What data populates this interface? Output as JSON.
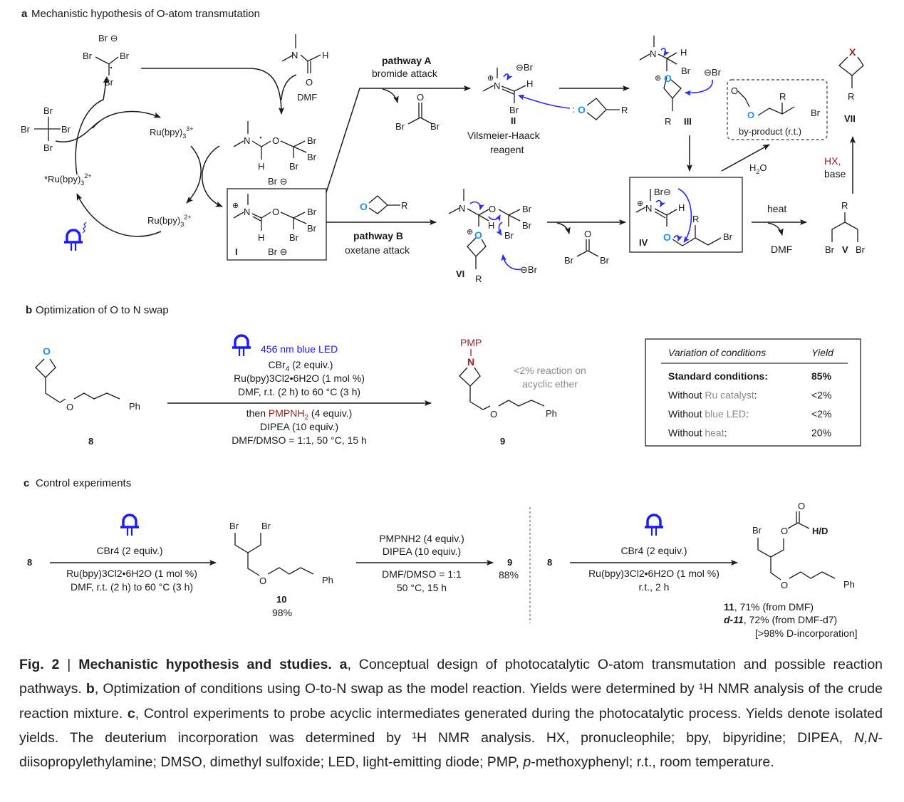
{
  "panel_a": {
    "label": "a",
    "title": "Mechanistic hypothesis of O-atom transmutation",
    "cbr3_radical": {
      "br_anion": "Br ⊖",
      "br1": "Br",
      "br2": "Br",
      "br3": "Br"
    },
    "cbr4": {
      "top": "Br",
      "left": "Br",
      "right": "Br",
      "bottom": "Br"
    },
    "ru3": "Ru(bpy)",
    "ru3_sub": "3",
    "ru3_sup": "3+",
    "ru2_excited": "*Ru(bpy)",
    "ru2_excited_sub": "3",
    "ru2_excited_sup": "2+",
    "ru2": "Ru(bpy)",
    "ru2_sub": "3",
    "ru2_sup": "2+",
    "dmf": {
      "label": "DMF",
      "N": "N",
      "H": "H",
      "O": "O"
    },
    "radical_adduct": {
      "N": "N",
      "O": "O",
      "H": "H",
      "br1": "Br",
      "br2": "Br",
      "br3": "Br",
      "br_anion": "Br ⊖"
    },
    "intermediate_I": {
      "label": "I",
      "N": "N",
      "O": "O",
      "H": "H",
      "br1": "Br",
      "br2": "Br",
      "br3": "Br",
      "br_anion": "Br ⊖",
      "plus": "⊕"
    },
    "pathway_a": {
      "title": "pathway A",
      "subtitle": "bromide attack"
    },
    "pathway_b": {
      "title": "pathway B",
      "subtitle": "oxetane attack"
    },
    "cobr2": {
      "O": "O",
      "br1": "Br",
      "br2": "Br"
    },
    "intermediate_II": {
      "label": "II",
      "name": "Vilsmeier-Haack",
      "name2": "reagent",
      "N": "N",
      "H": "H",
      "Br": "Br",
      "br_anion": "⊖Br",
      "plus": "⊕"
    },
    "oxetane_reagent": {
      "colon": ":",
      "O": "O",
      "R": "R"
    },
    "intermediate_III": {
      "label": "III",
      "N": "N",
      "H": "H",
      "Br": "Br",
      "br_anion": "⊖Br",
      "O": "O",
      "R": "R",
      "plus": "⊕"
    },
    "byproduct": {
      "label": "by-product (r.t.)",
      "O1": "O",
      "O2": "O",
      "R": "R",
      "Br": "Br"
    },
    "water": "H",
    "water_sub": "2",
    "water_O": "O",
    "intermediate_IV": {
      "label": "IV",
      "N": "N",
      "H": "H",
      "O": "O",
      "R": "R",
      "Br": "Br",
      "br_anion": "Br⊖",
      "plus": "⊕"
    },
    "heat": "heat",
    "dmf_out": "DMF",
    "product_V": {
      "label": "V",
      "R": "R",
      "br1": "Br",
      "br2": "Br"
    },
    "hx": "HX,",
    "base": "base",
    "product_VII": {
      "label": "VII",
      "X": "X",
      "R": "R"
    },
    "oxetane_b": {
      "O": "O",
      "R": "R"
    },
    "intermediate_VI": {
      "label": "VI",
      "N": "N",
      "O": "O",
      "H": "H",
      "br1": "Br",
      "br2": "Br",
      "br3": "Br",
      "oxO": "O",
      "R": "R",
      "br_anion": "⊖Br",
      "plus": "⊕"
    },
    "cobr2_b": {
      "O": "O",
      "br1": "Br",
      "br2": "Br"
    }
  },
  "panel_b": {
    "label": "b",
    "title": "Optimization of O to N swap",
    "sm": {
      "label": "8",
      "O": "O",
      "O2": "O",
      "Ph": "Ph"
    },
    "conditions_top": {
      "led": "456 nm blue LED",
      "line1": "CBr",
      "line1_sub": "4",
      "line1_rest": " (2 equiv.)",
      "line2": "Ru(bpy)3Cl2•6H2O (1 mol %)",
      "line3": "DMF, r.t. (2 h) to 60 °C (3 h)"
    },
    "conditions_bottom": {
      "then": "then ",
      "amine": "PMPNH",
      "amine_sub": "2",
      "amine_rest": " (4 equiv.)",
      "line2": "DIPEA (10 equiv.)",
      "line3": "DMF/DMSO = 1:1, 50 °C, 15 h"
    },
    "product": {
      "label": "9",
      "pmp": "PMP",
      "N": "N",
      "O": "O",
      "Ph": "Ph"
    },
    "note_line1": "<2% reaction on",
    "note_line2": "acyclic ether",
    "table": {
      "headers": [
        "Variation of conditions",
        "Yield"
      ],
      "rows": [
        {
          "prefix": "Standard conditions",
          "highlight": "",
          "suffix": ":",
          "yield": "85%",
          "bold": true
        },
        {
          "prefix": "Without ",
          "highlight": "Ru catalyst",
          "suffix": ":",
          "yield": "<2%",
          "bold": false
        },
        {
          "prefix": "Without ",
          "highlight": "blue LED",
          "suffix": ":",
          "yield": "<2%",
          "bold": false
        },
        {
          "prefix": "Without ",
          "highlight": "heat",
          "suffix": ":",
          "yield": "20%",
          "bold": false
        }
      ]
    }
  },
  "panel_c": {
    "label": "c",
    "title": "Control experiments",
    "exp1": {
      "sm": "8",
      "above": "CBr4 (2 equiv.)",
      "below1": "Ru(bpy)3Cl2•6H2O (1 mol %)",
      "below2": "DMF, r.t. (2 h) to 60 °C (3 h)",
      "product_label": "10",
      "product_yield": "98%",
      "br1": "Br",
      "br2": "Br",
      "O": "O",
      "Ph": "Ph"
    },
    "exp2": {
      "above1": "PMPNH2 (4 equiv.)",
      "above2": "DIPEA (10 equiv.)",
      "below1": "DMF/DMSO = 1:1",
      "below2": "50 °C, 15 h",
      "product_label": "9",
      "product_yield": "88%"
    },
    "exp3": {
      "sm": "8",
      "above": "CBr4 (2 equiv.)",
      "below1": "Ru(bpy)3Cl2•6H2O (1 mol %)",
      "below2": "r.t., 2 h",
      "br": "Br",
      "O1": "O",
      "O2": "O",
      "O3": "O",
      "hd": "H/D",
      "Ph": "Ph",
      "result1_label": "11",
      "result1_text": ", 71% (from DMF)",
      "result2_label": "d-11",
      "result2_text": ", 72% (from DMF-d7)",
      "result3": "[>98% D-incorporation]"
    }
  },
  "caption": {
    "fig": "Fig. 2",
    "sep": " | ",
    "title": "Mechanistic hypothesis and studies.",
    "a": "a",
    "a_text": ", Conceptual design of photocatalytic O-atom transmutation and possible reaction pathways. ",
    "b": "b",
    "b_text": ", Optimization of conditions using O-to-N swap as the model reaction. Yields were determined by ¹H NMR analysis of the crude reaction mixture. ",
    "c": "c",
    "c_text": ", Control experiments to probe acyclic intermediates generated during the photocatalytic process. Yields denote isolated yields. The deuterium incorporation was determined by ¹H NMR analysis. HX, pronucleophile; bpy, bipyridine; DIPEA, ",
    "nn": "N,N",
    "nn_text": "-diisopropylethylamine; DMSO, dimethyl sulfoxide; LED, light-emitting diode; PMP, ",
    "p": "p",
    "p_text": "-methoxyphenyl; r.t., room temperature."
  },
  "colors": {
    "oxygen_highlight": "#1e90ff",
    "led_blue": "#1a1aff",
    "arrow_blue": "#2a2aff",
    "accent_red": "#9b1c1c",
    "grey_text": "#8a8a8a"
  }
}
